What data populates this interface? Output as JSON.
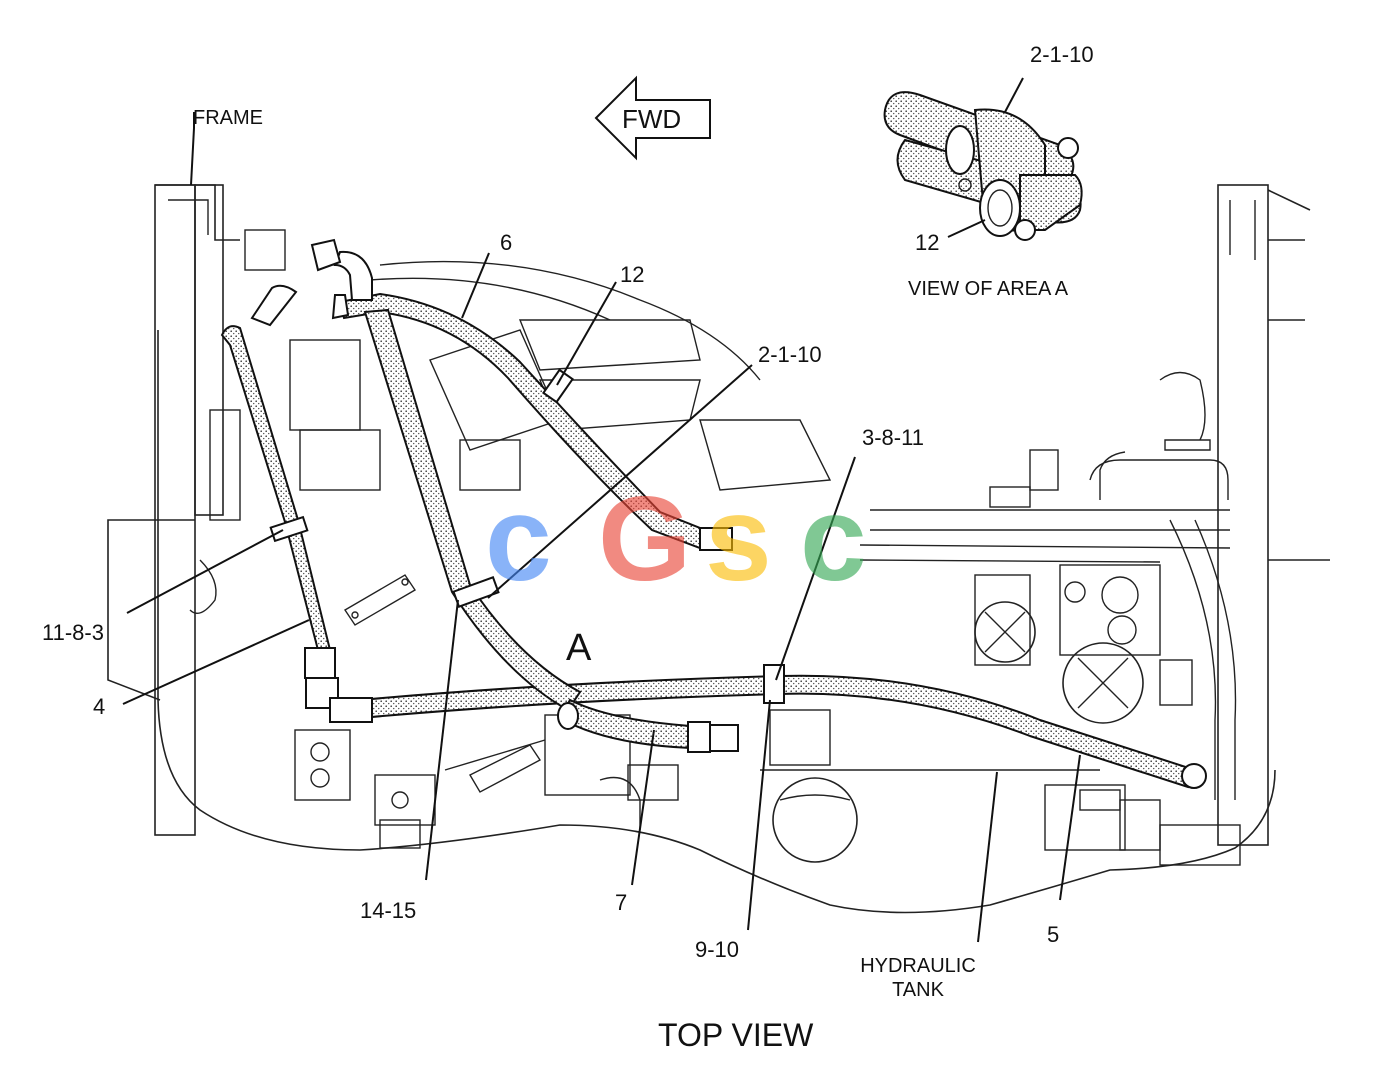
{
  "labels": {
    "frame": "FRAME",
    "fwd": "FWD",
    "view_area": "VIEW OF AREA A",
    "top_view": "TOP VIEW",
    "area_marker": "A",
    "hydraulic_line1": "HYDRAULIC",
    "hydraulic_line2": "TANK"
  },
  "callouts": {
    "c_6": "6",
    "c_12_main": "12",
    "c_2_1_10_main": "2-1-10",
    "c_3_8_11": "3-8-11",
    "c_11_8_3": "11-8-3",
    "c_4": "4",
    "c_14_15": "14-15",
    "c_7": "7",
    "c_9_10": "9-10",
    "c_5": "5",
    "c_2_1_10_inset": "2-1-10",
    "c_12_inset": "12"
  },
  "watermark": {
    "letters": [
      "c",
      "G",
      "s",
      "c"
    ],
    "colors": [
      "#4285F4",
      "#EA4335",
      "#FBBC05",
      "#34A853"
    ]
  }
}
